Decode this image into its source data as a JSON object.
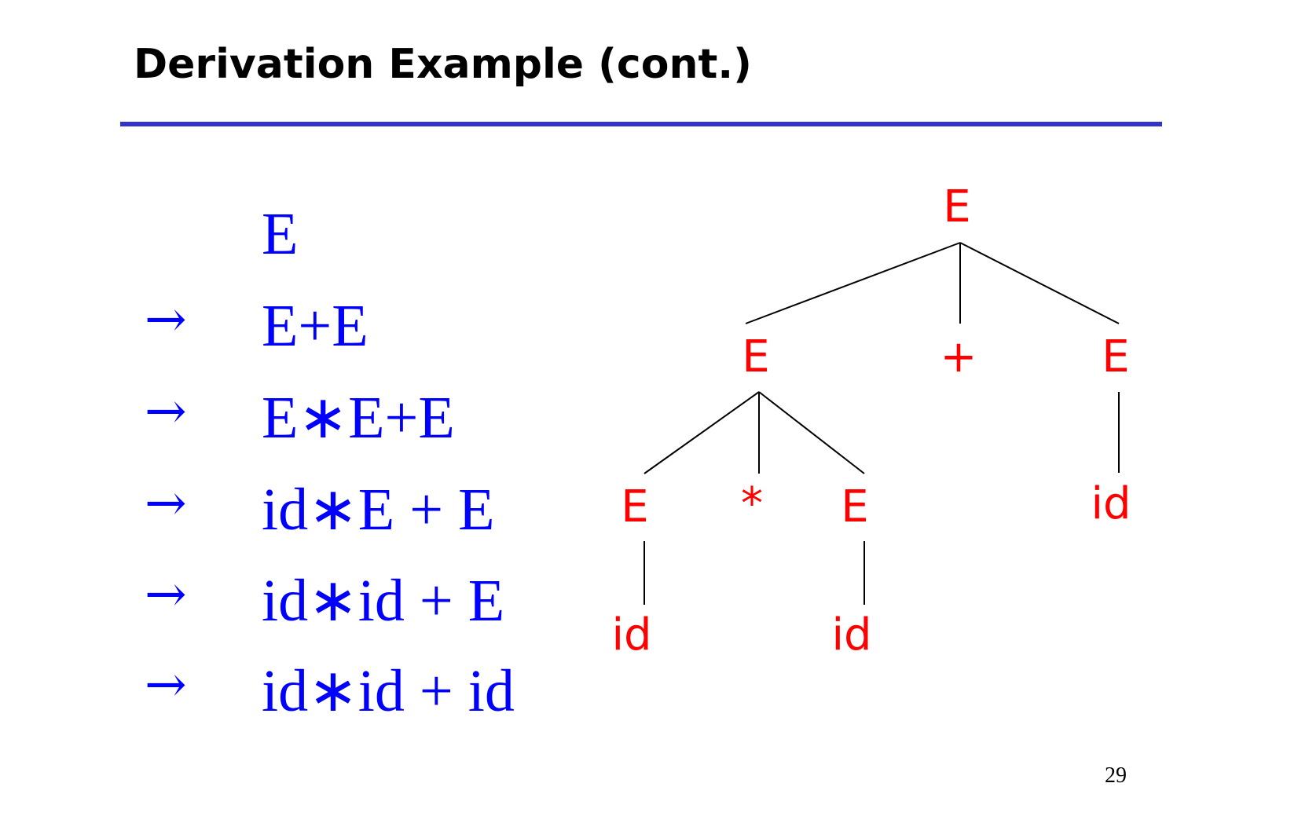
{
  "slide": {
    "title": "Derivation Example (cont.)",
    "page_number": "29",
    "colors": {
      "title": "#000000",
      "rule": "#3333cc",
      "derivation_text": "#0000ff",
      "tree_labels": "#ff0000",
      "tree_edges": "#000000"
    }
  },
  "derivation": {
    "arrow_symbol": "→",
    "steps": [
      {
        "arrow": "",
        "form": "E"
      },
      {
        "arrow": "→",
        "form": "E+E"
      },
      {
        "arrow": "→",
        "form": "E∗E+E"
      },
      {
        "arrow": "→",
        "form": "id∗E + E"
      },
      {
        "arrow": "→",
        "form": "id∗id + E"
      },
      {
        "arrow": "→",
        "form": "id∗id + id"
      }
    ]
  },
  "parse_tree": {
    "root": {
      "label": "E"
    },
    "level1": [
      {
        "label": "E"
      },
      {
        "label": "+"
      },
      {
        "label": "E"
      }
    ],
    "level2": [
      {
        "label": "E"
      },
      {
        "label": "*"
      },
      {
        "label": "E"
      },
      {
        "label": "id"
      }
    ],
    "level3": [
      {
        "label": "id"
      },
      {
        "label": "id"
      }
    ]
  }
}
